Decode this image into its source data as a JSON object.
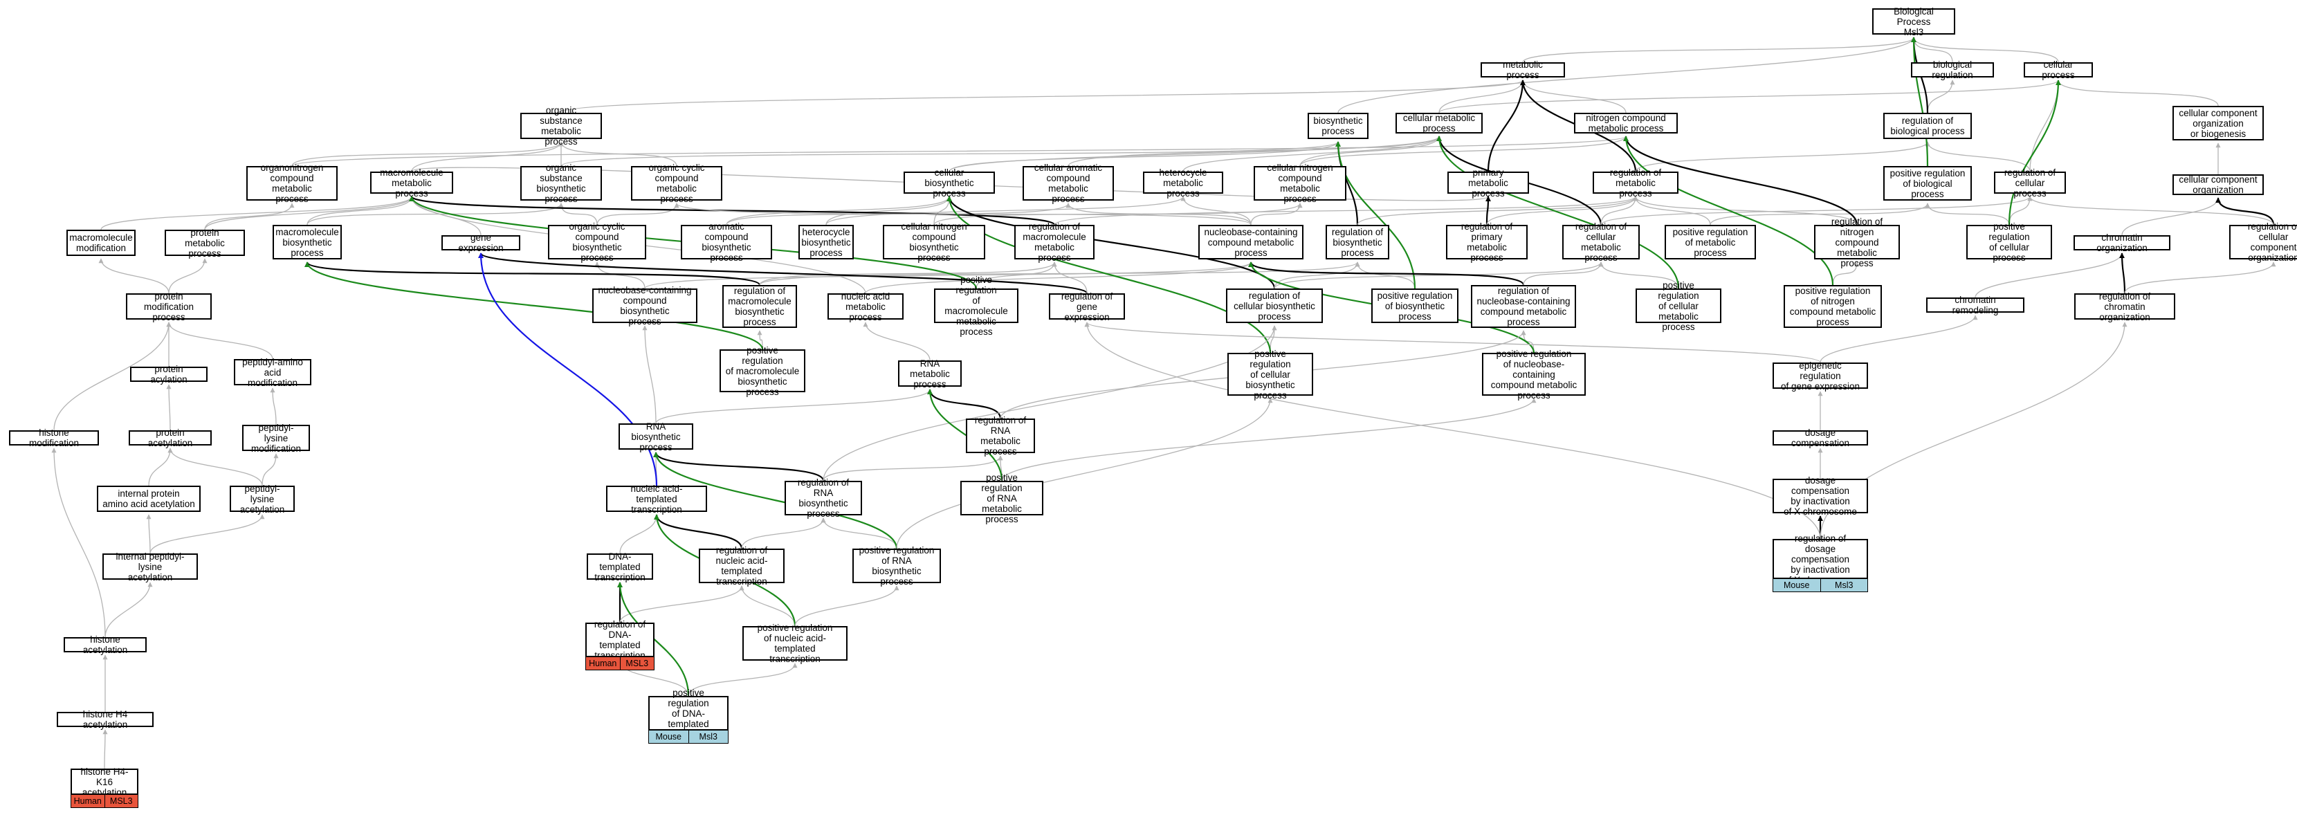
{
  "colors": {
    "gray_edge": "#b3b3b3",
    "black_edge": "#000000",
    "green_edge": "#1b8a1b",
    "blue_edge": "#1515e6",
    "human_fill": "#e8553c",
    "mouse_fill": "#a6d3e0"
  },
  "nodes": {
    "bp": "Biological Process\nMsl3",
    "metabolic_process": "metabolic process",
    "biological_regulation": "biological regulation",
    "cellular_process": "cellular process",
    "organic_substance_metabolic": "organic substance\nmetabolic process",
    "biosynthetic": "biosynthetic\nprocess",
    "cellular_metabolic": "cellular metabolic\nprocess",
    "nitrogen_compound_metabolic": "nitrogen compound\nmetabolic process",
    "regulation_of_biological": "regulation of\nbiological process",
    "cc_org_or_biogenesis": "cellular component\norganization\nor biogenesis",
    "organonitrogen": "organonitrogen\ncompound metabolic\nprocess",
    "macromolecule_metabolic": "macromolecule\nmetabolic process",
    "organic_substance_biosynthetic": "organic substance\nbiosynthetic\nprocess",
    "organic_cyclic_metabolic": "organic cyclic\ncompound metabolic\nprocess",
    "cellular_biosynthetic": "cellular biosynthetic\nprocess",
    "cellular_aromatic": "cellular aromatic\ncompound metabolic\nprocess",
    "heterocycle_metabolic": "heterocycle\nmetabolic process",
    "cellular_nitrogen_metabolic": "cellular nitrogen\ncompound metabolic\nprocess",
    "primary_metabolic": "primary metabolic\nprocess",
    "regulation_of_metabolic": "regulation of\nmetabolic process",
    "pos_reg_biological": "positive regulation\nof biological\nprocess",
    "regulation_of_cellular_process": "regulation of\ncellular process",
    "cc_organization": "cellular component\norganization",
    "macromolecule_modification": "macromolecule\nmodification",
    "protein_metabolic": "protein metabolic\nprocess",
    "macromolecule_biosynthetic": "macromolecule\nbiosynthetic\nprocess",
    "gene_expression": "gene expression",
    "organic_cyclic_biosynthetic": "organic cyclic\ncompound biosynthetic\nprocess",
    "aromatic_biosynthetic": "aromatic compound\nbiosynthetic\nprocess",
    "heterocycle_biosynthetic": "heterocycle\nbiosynthetic\nprocess",
    "cellular_nitrogen_biosynthetic": "cellular nitrogen\ncompound biosynthetic\nprocess",
    "reg_macromolecule_metabolic": "regulation of\nmacromolecule\nmetabolic process",
    "nucleobase_metabolic": "nucleobase-containing\ncompound metabolic\nprocess",
    "reg_biosynthetic": "regulation of\nbiosynthetic\nprocess",
    "reg_primary_metabolic": "regulation of\nprimary metabolic\nprocess",
    "reg_cellular_metabolic": "regulation of\ncellular metabolic\nprocess",
    "pos_reg_metabolic": "positive regulation\nof metabolic\nprocess",
    "reg_nitrogen_metabolic": "regulation of\nnitrogen compound\nmetabolic process",
    "pos_reg_cellular": "positive regulation\nof cellular\nprocess",
    "chromatin_organization": "chromatin organization",
    "reg_cc_organization": "regulation of\ncellular component\norganization",
    "protein_modification": "protein modification\nprocess",
    "nucleobase_biosynthetic": "nucleobase-containing\ncompound biosynthetic\nprocess",
    "reg_macromolecule_biosynthetic": "regulation of\nmacromolecule\nbiosynthetic\nprocess",
    "nucleic_acid_metabolic": "nucleic acid\nmetabolic process",
    "pos_reg_macromolecule_metabolic": "positive regulation\nof macromolecule\nmetabolic process",
    "reg_gene_expression": "regulation of\ngene expression",
    "reg_cellular_biosynthetic": "regulation of\ncellular biosynthetic\nprocess",
    "pos_reg_biosynthetic": "positive regulation\nof biosynthetic\nprocess",
    "reg_nucleobase_metabolic": "regulation of\nnucleobase-containing\ncompound metabolic\nprocess",
    "pos_reg_cellular_metabolic": "positive regulation\nof cellular\nmetabolic process",
    "pos_reg_nitrogen_metabolic": "positive regulation\nof nitrogen\ncompound metabolic\nprocess",
    "chromatin_remodeling": "chromatin remodeling",
    "reg_chromatin_organization": "regulation of\nchromatin organization",
    "protein_acylation": "protein acylation",
    "peptidyl_amino_acid_modification": "peptidyl-amino\nacid modification",
    "pos_reg_macromolecule_biosynthetic": "positive regulation\nof macromolecule\nbiosynthetic\nprocess",
    "rna_metabolic": "RNA metabolic\nprocess",
    "pos_reg_cellular_biosynthetic": "positive regulation\nof cellular\nbiosynthetic\nprocess",
    "pos_reg_nucleobase_metabolic": "positive regulation\nof nucleobase-containing\ncompound metabolic\nprocess",
    "epigenetic_regulation": "epigenetic regulation\nof gene expression",
    "histone_modification": "histone modification",
    "protein_acetylation": "protein acetylation",
    "peptidyl_lysine_modification": "peptidyl-lysine\nmodification",
    "rna_biosynthetic": "RNA biosynthetic\nprocess",
    "reg_rna_metabolic": "regulation of\nRNA metabolic\nprocess",
    "dosage_compensation": "dosage compensation",
    "internal_protein_acetylation": "internal protein\namino acid acetylation",
    "peptidyl_lysine_acetylation": "peptidyl-lysine\nacetylation",
    "nucleic_acid_templated_transcription": "nucleic acid-templated\ntranscription",
    "reg_rna_biosynthetic": "regulation of\nRNA biosynthetic\nprocess",
    "pos_reg_rna_metabolic": "positive regulation\nof RNA metabolic\nprocess",
    "dosage_compensation_inactivation": "dosage compensation\nby inactivation\nof X chromosome",
    "internal_peptidyl_lysine_acetylation": "internal peptidyl-lysine\nacetylation",
    "dna_templated_transcription": "DNA-templated\ntranscription",
    "reg_nucleic_acid_templated": "regulation of\nnucleic acid-templated\ntranscription",
    "pos_reg_rna_biosynthetic": "positive regulation\nof RNA biosynthetic\nprocess",
    "reg_dosage_compensation": "regulation of\ndosage compensation\nby inactivation\nof X chromosome",
    "histone_acetylation": "histone acetylation",
    "reg_dna_templated": "regulation of\nDNA-templated\ntranscription",
    "pos_reg_nucleic_acid_templated": "positive regulation\nof nucleic acid-templated\ntranscription",
    "histone_h4_acetylation": "histone H4 acetylation",
    "pos_reg_dna_templated": "positive regulation\nof DNA-templated\ntranscription",
    "histone_h4k16_acetylation": "histone H4-K16\nacetylation"
  },
  "annotations": {
    "reg_dna_templated": {
      "species": "Human",
      "gene": "MSL3",
      "fill": "#e8553c"
    },
    "pos_reg_dna_templated": {
      "species": "Mouse",
      "gene": "Msl3",
      "fill": "#a6d3e0"
    },
    "reg_dosage_compensation": {
      "species": "Mouse",
      "gene": "Msl3",
      "fill": "#a6d3e0"
    },
    "histone_h4k16_acetylation": {
      "species": "Human",
      "gene": "MSL3",
      "fill": "#e8553c"
    }
  },
  "edges": [
    [
      "biological_regulation",
      "bp",
      "g"
    ],
    [
      "cellular_process",
      "bp",
      "g"
    ],
    [
      "metabolic_process",
      "bp",
      "g"
    ],
    [
      "organic_substance_metabolic",
      "metabolic_process",
      "g"
    ],
    [
      "primary_metabolic",
      "metabolic_process",
      "g"
    ],
    [
      "cellular_metabolic",
      "metabolic_process",
      "g"
    ],
    [
      "nitrogen_compound_metabolic",
      "metabolic_process",
      "g"
    ],
    [
      "biosynthetic",
      "bp",
      "g"
    ],
    [
      "cellular_metabolic",
      "cellular_process",
      "g"
    ],
    [
      "regulation_of_biological",
      "biological_regulation",
      "g"
    ],
    [
      "regulation_of_biological",
      "bp",
      "k"
    ],
    [
      "regulation_of_cellular_process",
      "cellular_process",
      "g"
    ],
    [
      "regulation_of_cellular_process",
      "regulation_of_biological",
      "g"
    ],
    [
      "cc_org_or_biogenesis",
      "cellular_process",
      "g"
    ],
    [
      "cc_organization",
      "cc_org_or_biogenesis",
      "g"
    ],
    [
      "organonitrogen",
      "organic_substance_metabolic",
      "g"
    ],
    [
      "organonitrogen",
      "nitrogen_compound_metabolic",
      "g"
    ],
    [
      "macromolecule_metabolic",
      "organic_substance_metabolic",
      "g"
    ],
    [
      "macromolecule_metabolic",
      "primary_metabolic",
      "g"
    ],
    [
      "organic_substance_biosynthetic",
      "organic_substance_metabolic",
      "g"
    ],
    [
      "organic_substance_biosynthetic",
      "biosynthetic",
      "g"
    ],
    [
      "organic_cyclic_metabolic",
      "organic_substance_metabolic",
      "g"
    ],
    [
      "cellular_biosynthetic",
      "biosynthetic",
      "g"
    ],
    [
      "cellular_biosynthetic",
      "cellular_metabolic",
      "g"
    ],
    [
      "cellular_aromatic",
      "cellular_metabolic",
      "g"
    ],
    [
      "heterocycle_metabolic",
      "cellular_metabolic",
      "g"
    ],
    [
      "cellular_nitrogen_metabolic",
      "nitrogen_compound_metabolic",
      "g"
    ],
    [
      "cellular_nitrogen_metabolic",
      "cellular_metabolic",
      "g"
    ],
    [
      "primary_metabolic",
      "metabolic_process",
      "k"
    ],
    [
      "regulation_of_metabolic",
      "metabolic_process",
      "k"
    ],
    [
      "regulation_of_metabolic",
      "regulation_of_biological",
      "g"
    ],
    [
      "pos_reg_biological",
      "regulation_of_biological",
      "g"
    ],
    [
      "pos_reg_biological",
      "bp",
      "G"
    ],
    [
      "macromolecule_modification",
      "macromolecule_metabolic",
      "g"
    ],
    [
      "protein_metabolic",
      "organonitrogen",
      "g"
    ],
    [
      "protein_metabolic",
      "macromolecule_metabolic",
      "g"
    ],
    [
      "macromolecule_biosynthetic",
      "macromolecule_metabolic",
      "g"
    ],
    [
      "macromolecule_biosynthetic",
      "organic_substance_biosynthetic",
      "g"
    ],
    [
      "gene_expression",
      "macromolecule_metabolic",
      "g"
    ],
    [
      "organic_cyclic_biosynthetic",
      "organic_cyclic_metabolic",
      "g"
    ],
    [
      "organic_cyclic_biosynthetic",
      "organic_substance_biosynthetic",
      "g"
    ],
    [
      "aromatic_biosynthetic",
      "cellular_biosynthetic",
      "g"
    ],
    [
      "aromatic_biosynthetic",
      "cellular_aromatic",
      "g"
    ],
    [
      "heterocycle_biosynthetic",
      "heterocycle_metabolic",
      "g"
    ],
    [
      "heterocycle_biosynthetic",
      "cellular_biosynthetic",
      "g"
    ],
    [
      "cellular_nitrogen_biosynthetic",
      "cellular_nitrogen_metabolic",
      "g"
    ],
    [
      "cellular_nitrogen_biosynthetic",
      "cellular_biosynthetic",
      "g"
    ],
    [
      "reg_macromolecule_metabolic",
      "macromolecule_metabolic",
      "k"
    ],
    [
      "reg_macromolecule_metabolic",
      "regulation_of_metabolic",
      "g"
    ],
    [
      "nucleobase_metabolic",
      "cellular_aromatic",
      "g"
    ],
    [
      "nucleobase_metabolic",
      "heterocycle_metabolic",
      "g"
    ],
    [
      "nucleobase_metabolic",
      "cellular_nitrogen_metabolic",
      "g"
    ],
    [
      "nucleobase_metabolic",
      "organic_cyclic_metabolic",
      "g"
    ],
    [
      "reg_biosynthetic",
      "biosynthetic",
      "k"
    ],
    [
      "reg_biosynthetic",
      "regulation_of_metabolic",
      "g"
    ],
    [
      "reg_primary_metabolic",
      "primary_metabolic",
      "k"
    ],
    [
      "reg_primary_metabolic",
      "regulation_of_metabolic",
      "g"
    ],
    [
      "reg_cellular_metabolic",
      "cellular_metabolic",
      "k"
    ],
    [
      "reg_cellular_metabolic",
      "regulation_of_cellular_process",
      "g"
    ],
    [
      "reg_cellular_metabolic",
      "regulation_of_metabolic",
      "g"
    ],
    [
      "pos_reg_metabolic",
      "regulation_of_metabolic",
      "g"
    ],
    [
      "pos_reg_metabolic",
      "pos_reg_biological",
      "g"
    ],
    [
      "reg_nitrogen_metabolic",
      "nitrogen_compound_metabolic",
      "k"
    ],
    [
      "reg_nitrogen_metabolic",
      "regulation_of_metabolic",
      "g"
    ],
    [
      "pos_reg_cellular",
      "regulation_of_cellular_process",
      "g"
    ],
    [
      "pos_reg_cellular",
      "pos_reg_biological",
      "g"
    ],
    [
      "pos_reg_cellular",
      "cellular_process",
      "G"
    ],
    [
      "chromatin_organization",
      "cc_organization",
      "g"
    ],
    [
      "reg_cc_organization",
      "cc_organization",
      "k"
    ],
    [
      "reg_cc_organization",
      "regulation_of_cellular_process",
      "g"
    ],
    [
      "protein_modification",
      "macromolecule_modification",
      "g"
    ],
    [
      "protein_modification",
      "protein_metabolic",
      "g"
    ],
    [
      "nucleobase_biosynthetic",
      "organic_cyclic_biosynthetic",
      "g"
    ],
    [
      "nucleobase_biosynthetic",
      "nucleobase_metabolic",
      "g"
    ],
    [
      "reg_macromolecule_biosynthetic",
      "macromolecule_biosynthetic",
      "k"
    ],
    [
      "reg_macromolecule_biosynthetic",
      "reg_macromolecule_metabolic",
      "g"
    ],
    [
      "reg_macromolecule_biosynthetic",
      "reg_biosynthetic",
      "g"
    ],
    [
      "nucleic_acid_metabolic",
      "nucleobase_metabolic",
      "g"
    ],
    [
      "nucleic_acid_metabolic",
      "macromolecule_metabolic",
      "g"
    ],
    [
      "pos_reg_macromolecule_metabolic",
      "reg_macromolecule_metabolic",
      "g"
    ],
    [
      "pos_reg_macromolecule_metabolic",
      "macromolecule_metabolic",
      "G"
    ],
    [
      "reg_gene_expression",
      "gene_expression",
      "k"
    ],
    [
      "reg_gene_expression",
      "reg_macromolecule_metabolic",
      "g"
    ],
    [
      "reg_cellular_biosynthetic",
      "cellular_biosynthetic",
      "k"
    ],
    [
      "reg_cellular_biosynthetic",
      "reg_biosynthetic",
      "g"
    ],
    [
      "reg_cellular_biosynthetic",
      "reg_cellular_metabolic",
      "g"
    ],
    [
      "pos_reg_biosynthetic",
      "reg_biosynthetic",
      "g"
    ],
    [
      "pos_reg_biosynthetic",
      "biosynthetic",
      "G"
    ],
    [
      "reg_nucleobase_metabolic",
      "nucleobase_metabolic",
      "k"
    ],
    [
      "reg_nucleobase_metabolic",
      "reg_cellular_metabolic",
      "g"
    ],
    [
      "pos_reg_cellular_metabolic",
      "reg_cellular_metabolic",
      "g"
    ],
    [
      "pos_reg_cellular_metabolic",
      "cellular_metabolic",
      "G"
    ],
    [
      "pos_reg_nitrogen_metabolic",
      "reg_nitrogen_metabolic",
      "g"
    ],
    [
      "pos_reg_nitrogen_metabolic",
      "nitrogen_compound_metabolic",
      "G"
    ],
    [
      "chromatin_remodeling",
      "chromatin_organization",
      "g"
    ],
    [
      "reg_chromatin_organization",
      "chromatin_organization",
      "k"
    ],
    [
      "reg_chromatin_organization",
      "reg_cc_organization",
      "g"
    ],
    [
      "protein_acylation",
      "protein_modification",
      "g"
    ],
    [
      "peptidyl_amino_acid_modification",
      "protein_modification",
      "g"
    ],
    [
      "pos_reg_macromolecule_biosynthetic",
      "reg_macromolecule_biosynthetic",
      "g"
    ],
    [
      "pos_reg_macromolecule_biosynthetic",
      "macromolecule_biosynthetic",
      "G"
    ],
    [
      "rna_metabolic",
      "nucleic_acid_metabolic",
      "g"
    ],
    [
      "pos_reg_cellular_biosynthetic",
      "reg_cellular_biosynthetic",
      "g"
    ],
    [
      "pos_reg_cellular_biosynthetic",
      "cellular_biosynthetic",
      "G"
    ],
    [
      "pos_reg_nucleobase_metabolic",
      "reg_nucleobase_metabolic",
      "g"
    ],
    [
      "pos_reg_nucleobase_metabolic",
      "nucleobase_metabolic",
      "G"
    ],
    [
      "epigenetic_regulation",
      "reg_gene_expression",
      "g"
    ],
    [
      "epigenetic_regulation",
      "chromatin_remodeling",
      "g"
    ],
    [
      "histone_modification",
      "protein_modification",
      "g"
    ],
    [
      "protein_acetylation",
      "protein_acylation",
      "g"
    ],
    [
      "peptidyl_lysine_modification",
      "peptidyl_amino_acid_modification",
      "g"
    ],
    [
      "rna_biosynthetic",
      "rna_metabolic",
      "g"
    ],
    [
      "rna_biosynthetic",
      "nucleobase_biosynthetic",
      "g"
    ],
    [
      "reg_rna_metabolic",
      "rna_metabolic",
      "k"
    ],
    [
      "reg_rna_metabolic",
      "reg_nucleobase_metabolic",
      "g"
    ],
    [
      "dosage_compensation",
      "epigenetic_regulation",
      "g"
    ],
    [
      "internal_protein_acetylation",
      "protein_acetylation",
      "g"
    ],
    [
      "peptidyl_lysine_acetylation",
      "protein_acetylation",
      "g"
    ],
    [
      "peptidyl_lysine_acetylation",
      "peptidyl_lysine_modification",
      "g"
    ],
    [
      "nucleic_acid_templated_transcription",
      "rna_biosynthetic",
      "g"
    ],
    [
      "nucleic_acid_templated_transcription",
      "gene_expression",
      "B"
    ],
    [
      "reg_rna_biosynthetic",
      "rna_biosynthetic",
      "k"
    ],
    [
      "reg_rna_biosynthetic",
      "reg_rna_metabolic",
      "g"
    ],
    [
      "reg_rna_biosynthetic",
      "reg_cellular_biosynthetic",
      "g"
    ],
    [
      "pos_reg_rna_metabolic",
      "reg_rna_metabolic",
      "g"
    ],
    [
      "pos_reg_rna_metabolic",
      "rna_metabolic",
      "G"
    ],
    [
      "pos_reg_rna_metabolic",
      "pos_reg_nucleobase_metabolic",
      "g"
    ],
    [
      "dosage_compensation_inactivation",
      "dosage_compensation",
      "g"
    ],
    [
      "internal_peptidyl_lysine_acetylation",
      "internal_protein_acetylation",
      "g"
    ],
    [
      "internal_peptidyl_lysine_acetylation",
      "peptidyl_lysine_acetylation",
      "g"
    ],
    [
      "dna_templated_transcription",
      "nucleic_acid_templated_transcription",
      "g"
    ],
    [
      "reg_nucleic_acid_templated",
      "nucleic_acid_templated_transcription",
      "k"
    ],
    [
      "reg_nucleic_acid_templated",
      "reg_rna_biosynthetic",
      "g"
    ],
    [
      "pos_reg_rna_biosynthetic",
      "reg_rna_biosynthetic",
      "g"
    ],
    [
      "pos_reg_rna_biosynthetic",
      "rna_biosynthetic",
      "G"
    ],
    [
      "pos_reg_rna_biosynthetic",
      "pos_reg_cellular_biosynthetic",
      "g"
    ],
    [
      "reg_dosage_compensation",
      "dosage_compensation_inactivation",
      "k"
    ],
    [
      "reg_dosage_compensation",
      "reg_chromatin_organization",
      "g"
    ],
    [
      "reg_dosage_compensation",
      "reg_gene_expression",
      "g"
    ],
    [
      "histone_acetylation",
      "internal_peptidyl_lysine_acetylation",
      "g"
    ],
    [
      "histone_acetylation",
      "histone_modification",
      "g"
    ],
    [
      "reg_dna_templated",
      "dna_templated_transcription",
      "k"
    ],
    [
      "reg_dna_templated",
      "reg_nucleic_acid_templated",
      "g"
    ],
    [
      "pos_reg_nucleic_acid_templated",
      "reg_nucleic_acid_templated",
      "g"
    ],
    [
      "pos_reg_nucleic_acid_templated",
      "nucleic_acid_templated_transcription",
      "G"
    ],
    [
      "pos_reg_nucleic_acid_templated",
      "pos_reg_rna_biosynthetic",
      "g"
    ],
    [
      "histone_h4_acetylation",
      "histone_acetylation",
      "g"
    ],
    [
      "pos_reg_dna_templated",
      "reg_dna_templated",
      "g"
    ],
    [
      "pos_reg_dna_templated",
      "dna_templated_transcription",
      "G"
    ],
    [
      "pos_reg_dna_templated",
      "pos_reg_nucleic_acid_templated",
      "g"
    ],
    [
      "histone_h4k16_acetylation",
      "histone_h4_acetylation",
      "g"
    ]
  ]
}
